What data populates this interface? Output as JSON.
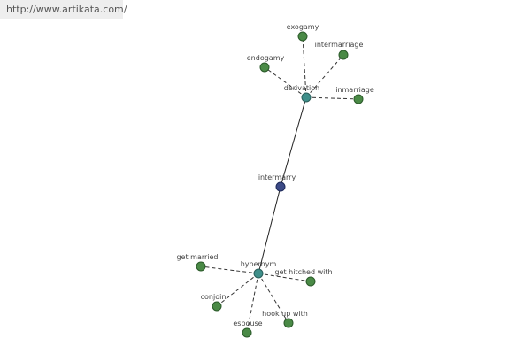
{
  "header": {
    "url": "http://www.artikata.com/"
  },
  "graph": {
    "center": {
      "label": "intermarry",
      "color": "#3c4a86"
    },
    "hubs": [
      {
        "key": "derivation",
        "label": "derivation",
        "color": "#3f8f8a",
        "leaves": [
          "exogamy",
          "intermarriage",
          "endogamy",
          "inmarriage"
        ]
      },
      {
        "key": "hypernym",
        "label": "hypernym",
        "color": "#3f8f8a",
        "leaves": [
          "get married",
          "get hitched with",
          "conjoin",
          "espouse",
          "hook up with"
        ]
      }
    ],
    "leaf_color": "#4a8a46",
    "leaf_stroke": "#2b5a2a"
  }
}
